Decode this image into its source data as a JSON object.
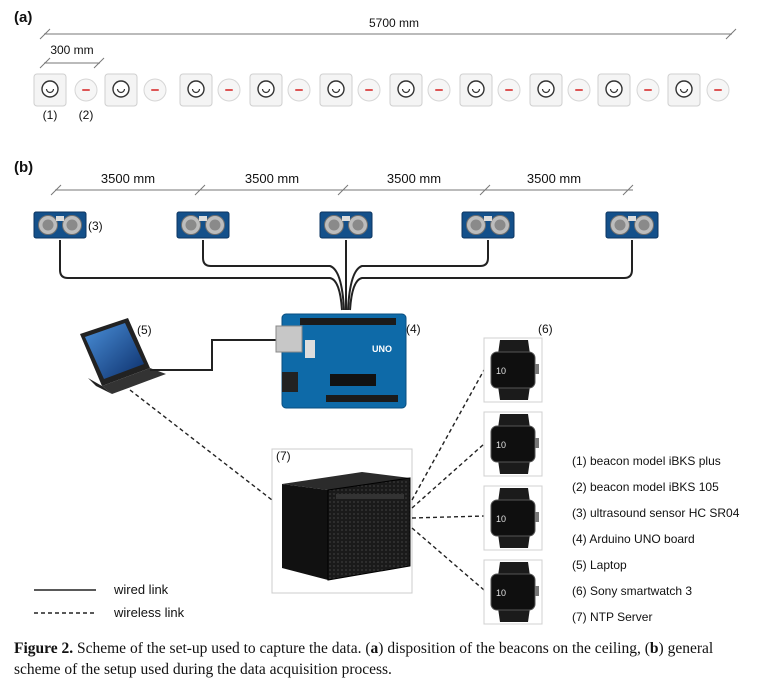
{
  "panel_a": {
    "label": "(a)",
    "total_distance": "5700 mm",
    "spacing": "300 mm",
    "beacon1_tag": "(1)",
    "beacon2_tag": "(2)"
  },
  "panel_b": {
    "label": "(b)",
    "distances": [
      "3500 mm",
      "3500 mm",
      "3500 mm",
      "3500 mm"
    ],
    "tags": {
      "ultrasound": "(3)",
      "arduino": "(4)",
      "laptop": "(5)",
      "smartwatch": "(6)",
      "server": "(7)"
    },
    "watch_display": "10",
    "board_text": "UNO",
    "legend": {
      "wired": "wired link",
      "wireless": "wireless link"
    },
    "key": [
      "(1) beacon model iBKS plus",
      "(2) beacon model iBKS 105",
      "(3) ultrasound sensor HC SR04",
      "(4) Arduino UNO board",
      "(5) Laptop",
      "(6) Sony smartwatch 3",
      "(7) NTP Server"
    ]
  },
  "caption": {
    "prefix": "Figure 2.",
    "p1": " Scheme of the set-up used to capture the data. (",
    "a": "a",
    "p2": ") disposition of the beacons on the ceiling, (",
    "b": "b",
    "p3": ") general scheme of the setup used during the data acquisition process."
  }
}
